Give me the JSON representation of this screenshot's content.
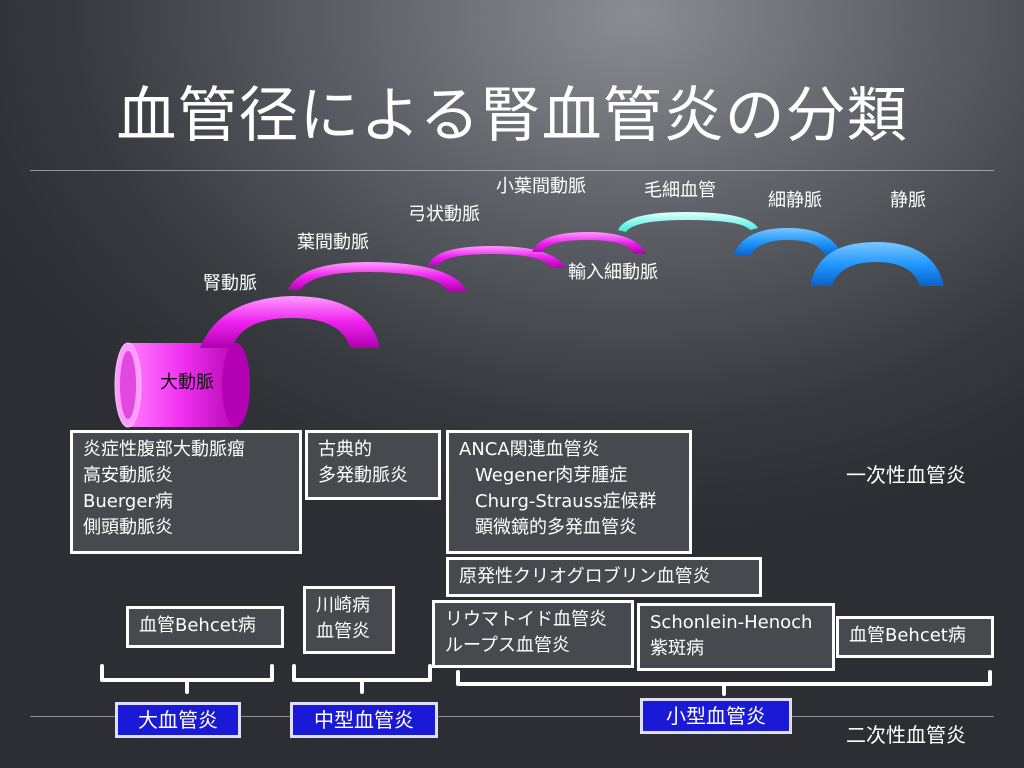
{
  "title": "血管径による腎血管炎の分類",
  "vessels": {
    "daidoumyaku": "大動脈",
    "jindoumyaku": "腎動脈",
    "youkan": "葉間動脈",
    "kyujou": "弓状動脈",
    "shouyoukan": "小葉間動脈",
    "yunyuu": "輸入細動脈",
    "moosai": "毛細血管",
    "saiseimyaku": "細静脈",
    "seimyaku": "静脈"
  },
  "boxes": {
    "large_primary": [
      "炎症性腹部大動脈瘤",
      "高安動脈炎",
      "Buerger病",
      "側頭動脈炎"
    ],
    "medium_primary": [
      "古典的",
      "多発動脈炎"
    ],
    "small_primary": {
      "head": "ANCA関連血管炎",
      "items": [
        "Wegener肉芽腫症",
        "Churg-Strauss症候群",
        "顕微鏡的多発血管炎"
      ]
    },
    "cryo": "原発性クリオグロブリン血管炎",
    "behcet_large": "血管Behcet病",
    "kawasaki": [
      "川崎病",
      "血管炎"
    ],
    "ra_sle": [
      "リウマトイド血管炎",
      "ループス血管炎"
    ],
    "hsp": [
      "Schonlein-Henoch",
      "紫斑病"
    ],
    "behcet_small": "血管Behcet病"
  },
  "labels": {
    "primary": "一次性血管炎",
    "secondary": "二次性血管炎"
  },
  "categories": {
    "large": "大血管炎",
    "medium": "中型血管炎",
    "small": "小型血管炎"
  },
  "colors": {
    "artery": "#ee22ee",
    "capillary": "#66ffee",
    "vein": "#2299ff",
    "category_fill": "#1a1ad6"
  }
}
